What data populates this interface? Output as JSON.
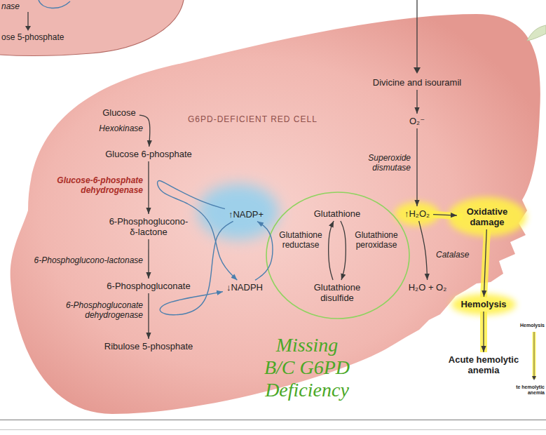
{
  "diagram": {
    "nodes": [
      {
        "text": [
          "G6PD-DEFICIENT RED CELL"
        ]
      },
      {
        "text": [
          "Glucose"
        ],
        "in": 0
      },
      {
        "text": [
          "Glucose 6-phosphate"
        ],
        "in": 0
      },
      {
        "text": [
          "6-Phosphoglucono- δ-lactone"
        ],
        "in": 0
      },
      {
        "text": [
          "6-Phosphogluconate"
        ],
        "in": 0
      },
      {
        "text": [
          "Ribulose 5-phosphate"
        ],
        "in": 0
      },
      {
        "text": [
          "↑NADP+"
        ],
        "in": 0
      },
      {
        "text": [
          "↓NADPH"
        ],
        "in": 0
      },
      {
        "text": [
          "Glutathione"
        ],
        "in": 0
      },
      {
        "text": [
          "Glutathione disulfide"
        ],
        "in": 0
      },
      {
        "text": [
          "Divicine and isouramil"
        ],
        "in": 0
      },
      {
        "text": [
          "O₂⁻"
        ],
        "in": 0
      },
      {
        "text": [
          "↑H₂O₂"
        ],
        "in": 0
      },
      {
        "text": [
          "H₂O + O₂"
        ],
        "in": 0
      },
      {
        "text": [
          "Oxidative damage"
        ],
        "in": 0
      },
      {
        "text": [
          "Hemolysis"
        ]
      },
      {
        "text": [
          "Acute hemolytic anemia"
        ]
      }
    ],
    "edges": [
      {
        "from": 1,
        "to": 2,
        "arrow": "to",
        "label": "Hexokinase"
      },
      {
        "from": 2,
        "to": 3,
        "arrow": "to",
        "label": "Glucose-6-phosphate dehydrogenase"
      },
      {
        "from": 3,
        "to": 4,
        "arrow": "to",
        "label": "6-Phosphoglucono-lactonase"
      },
      {
        "from": 4,
        "to": 5,
        "arrow": "to",
        "label": "6-Phosphogluconate dehydrogenase"
      },
      {
        "from": 6,
        "to": 7,
        "arrow": "to"
      },
      {
        "from": 6,
        "to": 7,
        "arrow": "to"
      },
      {
        "from": 7,
        "to": 6,
        "arrow": "to"
      },
      {
        "from": 9,
        "to": 8,
        "arrow": "to",
        "label": "Glutathione reductase"
      },
      {
        "from": 8,
        "to": 9,
        "arrow": "to",
        "label": "Glutathione peroxidase"
      },
      {
        "from": 10,
        "to": 11,
        "arrow": "to"
      },
      {
        "from": 11,
        "to": 12,
        "arrow": "to",
        "label": "Superoxide dismutase"
      },
      {
        "from": 12,
        "to": 13,
        "arrow": "to",
        "label": "Catalase"
      },
      {
        "from": 12,
        "to": 14,
        "arrow": "to"
      },
      {
        "from": 14,
        "to": 15,
        "arrow": "to"
      },
      {
        "from": 15,
        "to": 16,
        "arrow": "to"
      }
    ],
    "labels": [
      "nase",
      "ose 5-phosphate",
      "Missing B/C G6PD Deficiency",
      "Hemolysis",
      "te hemolytic anemia"
    ]
  }
}
